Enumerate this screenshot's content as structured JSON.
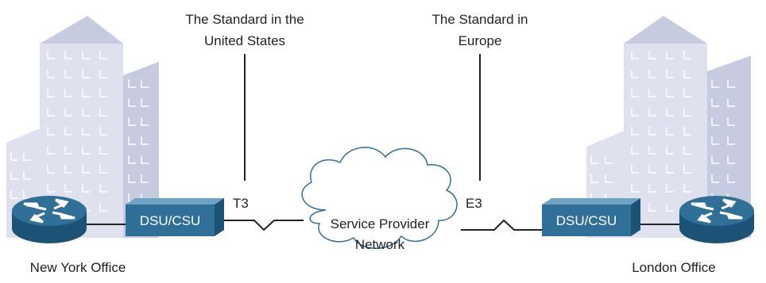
{
  "colors": {
    "building_front": "#dfe1ef",
    "building_side": "#c7cbe0",
    "building_mark": "#ffffff",
    "router_fill": "#2f6f98",
    "router_dark": "#1d5277",
    "dsu_front": "#2f6f98",
    "dsu_top": "#6fa3c6",
    "dsu_side": "#1d5277",
    "cloud_fill": "#ffffff",
    "cloud_stroke": "#2f6f98",
    "line": "#222222"
  },
  "labels": {
    "us_standard_line1": "The Standard in the",
    "us_standard_line2": "United States",
    "eu_standard_line1": "The Standard in",
    "eu_standard_line2": "Europe",
    "t3": "T3",
    "e3": "E3",
    "cloud_line1": "Service Provider",
    "cloud_line2": "Network",
    "ny_office": "New York Office",
    "london_office": "London Office",
    "dsu_left": "DSU/CSU",
    "dsu_right": "DSU/CSU"
  },
  "icons": {
    "ny_building": "office-building-icon",
    "london_building": "office-building-icon",
    "ny_router": "router-icon",
    "london_router": "router-icon",
    "cloud": "cloud-icon"
  }
}
